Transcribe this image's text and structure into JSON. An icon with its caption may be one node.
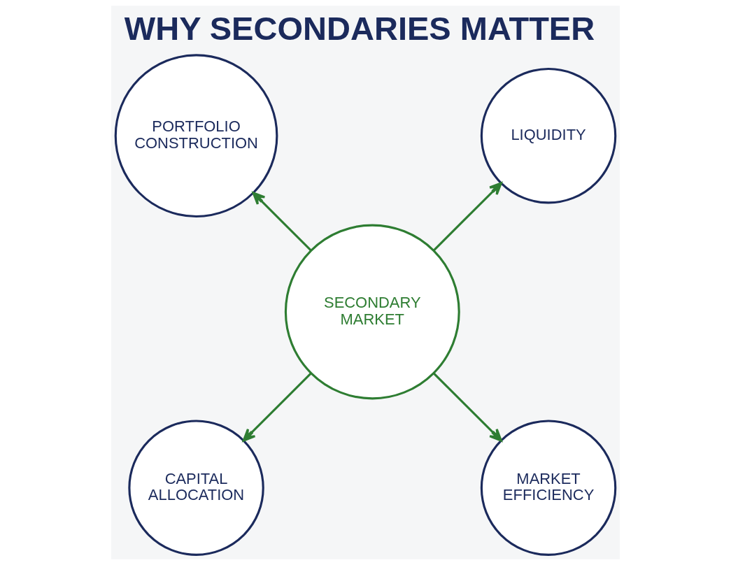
{
  "diagram": {
    "title": "WHY SECONDARIES MATTER",
    "nodes": [
      {
        "text": [
          "SECONDARY MARKET"
        ]
      },
      {
        "text": [
          "LIQUIDITY"
        ]
      },
      {
        "text": [
          "PORTFOLIO CONSTRUCTION"
        ]
      },
      {
        "text": [
          "CAPITAL ALLOCATION"
        ]
      },
      {
        "text": [
          "MARKET EFFICIENCY"
        ]
      }
    ],
    "edges": [
      {
        "from": 0,
        "to": 1,
        "arrow": "to"
      },
      {
        "from": 0,
        "to": 2,
        "arrow": "to"
      },
      {
        "from": 0,
        "to": 3,
        "arrow": "to"
      },
      {
        "from": 0,
        "to": 4,
        "arrow": "to"
      }
    ]
  }
}
